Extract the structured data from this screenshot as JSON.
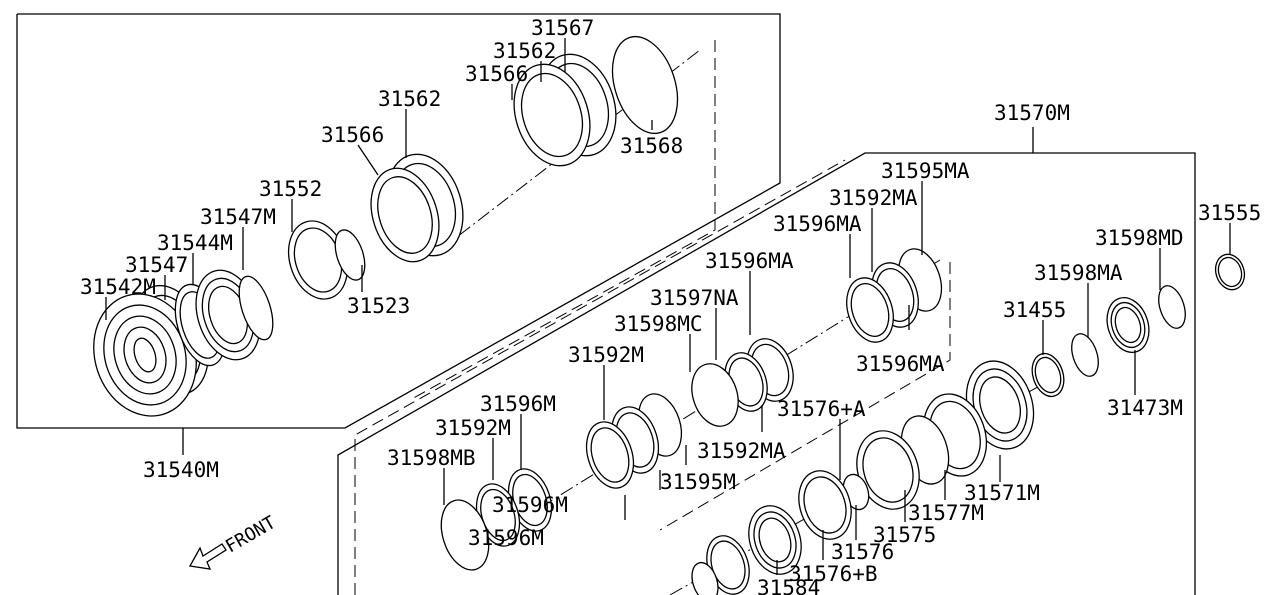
{
  "diagram": {
    "labels": [
      "31567",
      "31562",
      "31566",
      "31562",
      "31566",
      "31568",
      "31552",
      "31547M",
      "31544M",
      "31547",
      "31542M",
      "31523",
      "31540M",
      "31570M",
      "31595MA",
      "31592MA",
      "31596MA",
      "31596MA",
      "31597NA",
      "31598MC",
      "31592M",
      "31596M",
      "31592M",
      "31598MB",
      "31596MA",
      "31576+A",
      "31592MA",
      "31595M",
      "31596M",
      "31596M",
      "31576",
      "31576+B",
      "31584",
      "31575",
      "31577M",
      "31571M",
      "31473M",
      "31455",
      "31598MA",
      "31598MD",
      "31555"
    ],
    "front_label": "FRONT",
    "front_icon": "arrow-front-icon",
    "line_color": "#000000",
    "background": "#ffffff"
  }
}
